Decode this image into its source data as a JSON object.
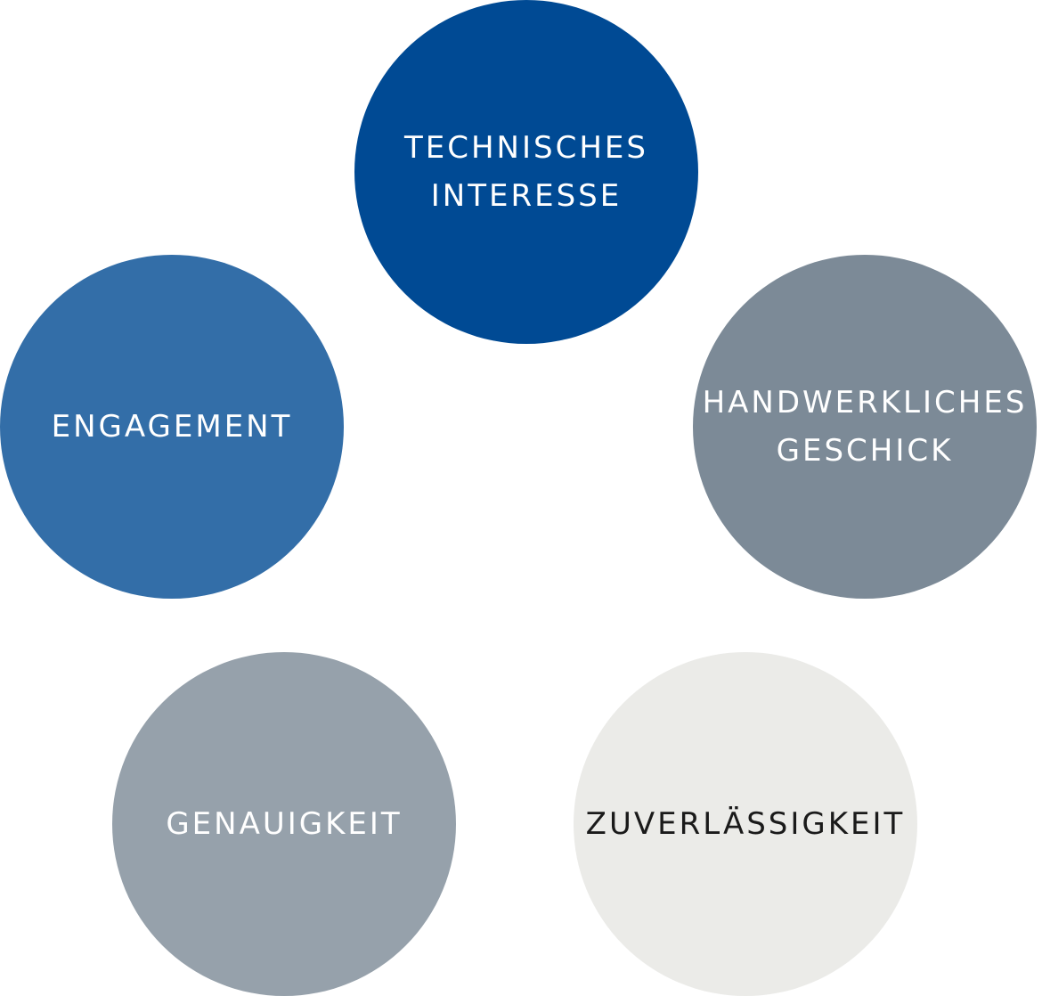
{
  "circles": [
    {
      "id": "c1",
      "lines": [
        "TECHNISCHES",
        "INTERESSE"
      ],
      "color": "#004a94",
      "text_color": "#ffffff"
    },
    {
      "id": "c2",
      "lines": [
        "ENGAGEMENT"
      ],
      "color": "#336ea8",
      "text_color": "#ffffff"
    },
    {
      "id": "c3",
      "lines": [
        "HANDWERKLICHES",
        "GESCHICK"
      ],
      "color": "#7c8a97",
      "text_color": "#ffffff"
    },
    {
      "id": "c4",
      "lines": [
        "GENAUIGKEIT"
      ],
      "color": "#96a1ab",
      "text_color": "#ffffff"
    },
    {
      "id": "c5",
      "lines": [
        "ZUVERLÄSSIGKEIT"
      ],
      "color": "#ebebe8",
      "text_color": "#1a1a1a"
    }
  ]
}
